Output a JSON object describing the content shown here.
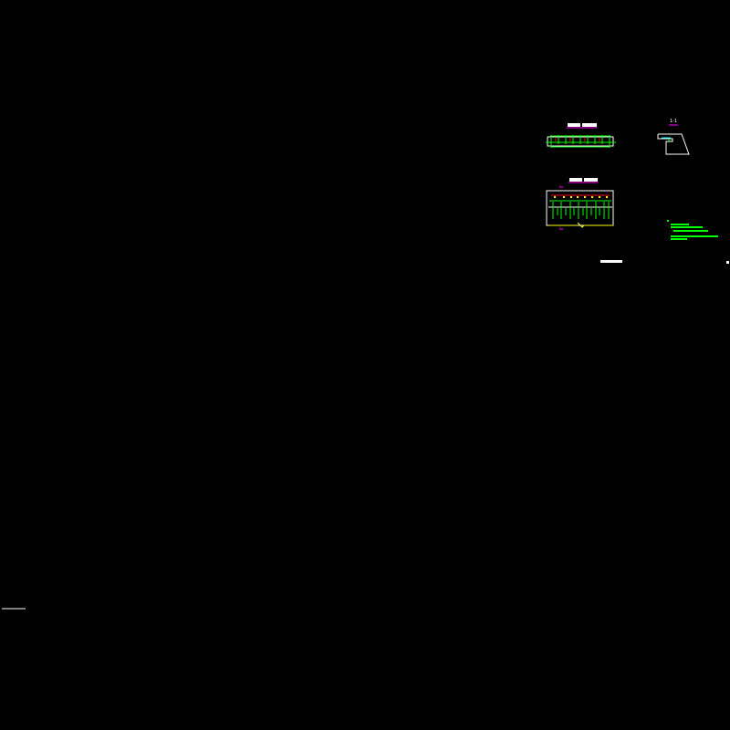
{
  "drawing": {
    "section_label": "1-1",
    "cut_mark_top": "I",
    "cut_mark_bottom": "I",
    "colors": {
      "background": "#000000",
      "outline": "#ffffff",
      "rebar": "#00ff00",
      "accent": "#ff0000",
      "anchor": "#ffff00",
      "title_underline": "#ff00ff",
      "highlight": "#00ffff"
    }
  }
}
